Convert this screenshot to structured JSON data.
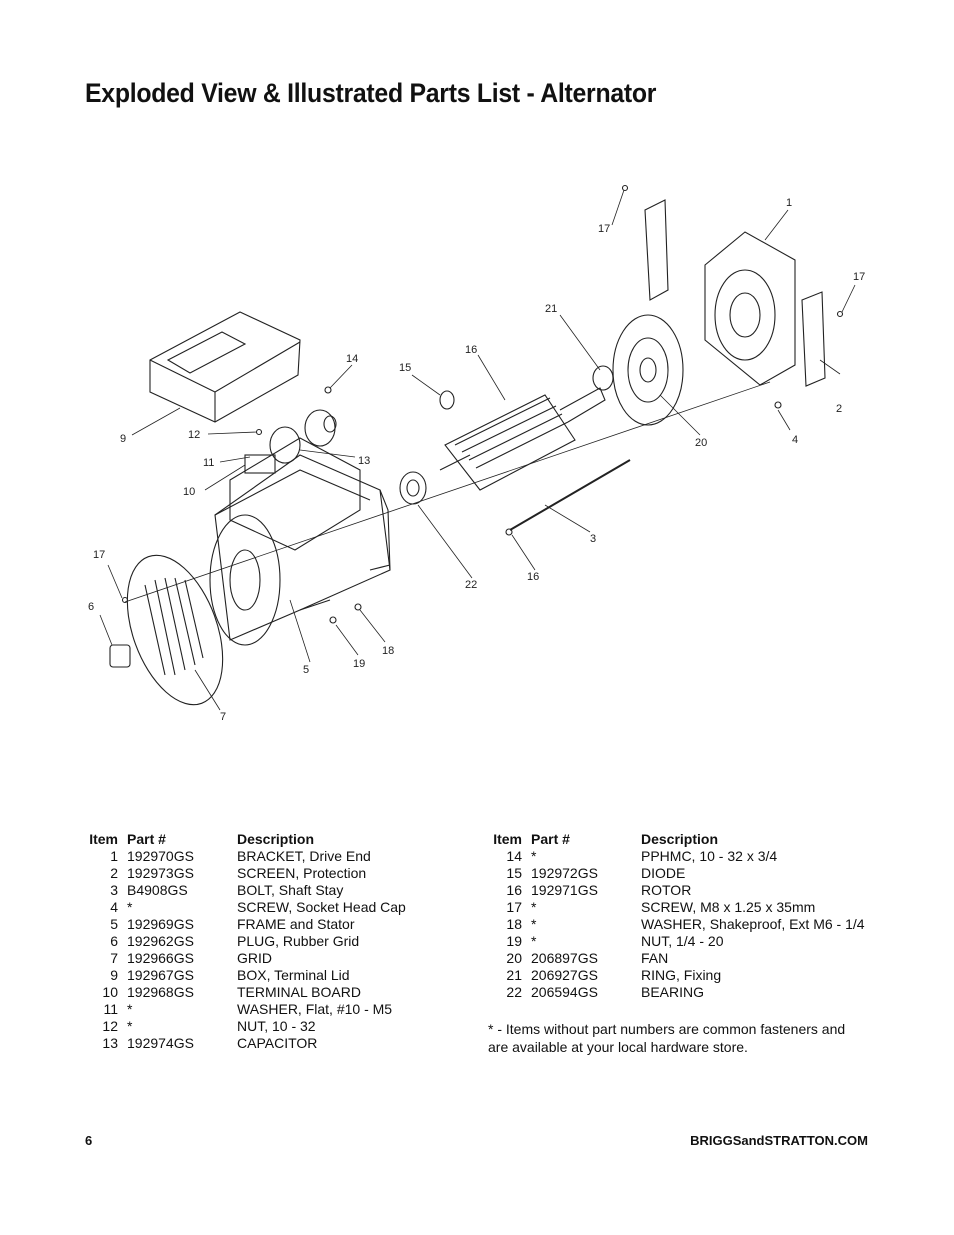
{
  "title": "Exploded View & Illustrated Parts List - Alternator",
  "diagram": {
    "callouts": [
      "1",
      "2",
      "3",
      "4",
      "5",
      "6",
      "7",
      "9",
      "10",
      "11",
      "12",
      "13",
      "14",
      "15",
      "16",
      "16",
      "17",
      "17",
      "17",
      "18",
      "19",
      "20",
      "21",
      "22"
    ]
  },
  "parts_table": {
    "headers": {
      "item": "Item",
      "part": "Part #",
      "description": "Description"
    },
    "left": [
      {
        "item": "1",
        "part": "192970GS",
        "description": "BRACKET, Drive End"
      },
      {
        "item": "2",
        "part": "192973GS",
        "description": "SCREEN, Protection"
      },
      {
        "item": "3",
        "part": "B4908GS",
        "description": "BOLT, Shaft Stay"
      },
      {
        "item": "4",
        "part": "*",
        "description": "SCREW, Socket Head Cap"
      },
      {
        "item": "5",
        "part": "192969GS",
        "description": "FRAME and Stator"
      },
      {
        "item": "6",
        "part": "192962GS",
        "description": "PLUG, Rubber Grid"
      },
      {
        "item": "7",
        "part": "192966GS",
        "description": "GRID"
      },
      {
        "item": "9",
        "part": "192967GS",
        "description": "BOX, Terminal Lid"
      },
      {
        "item": "10",
        "part": "192968GS",
        "description": "TERMINAL BOARD"
      },
      {
        "item": "11",
        "part": "*",
        "description": "WASHER, Flat, #10 - M5"
      },
      {
        "item": "12",
        "part": "*",
        "description": "NUT, 10 - 32"
      },
      {
        "item": "13",
        "part": "192974GS",
        "description": "CAPACITOR"
      }
    ],
    "right": [
      {
        "item": "14",
        "part": "*",
        "description": "PPHMC, 10 - 32 x 3/4"
      },
      {
        "item": "15",
        "part": "192972GS",
        "description": "DIODE"
      },
      {
        "item": "16",
        "part": "192971GS",
        "description": "ROTOR"
      },
      {
        "item": "17",
        "part": "*",
        "description": "SCREW, M8 x 1.25 x 35mm"
      },
      {
        "item": "18",
        "part": "*",
        "description": "WASHER, Shakeproof, Ext M6 - 1/4"
      },
      {
        "item": "19",
        "part": "*",
        "description": "NUT, 1/4 - 20"
      },
      {
        "item": "20",
        "part": "206897GS",
        "description": "FAN"
      },
      {
        "item": "21",
        "part": "206927GS",
        "description": "RING, Fixing"
      },
      {
        "item": "22",
        "part": "206594GS",
        "description": "BEARING"
      }
    ]
  },
  "note": "* - Items without part numbers are common fasteners and are available at your local hardware store.",
  "footer": {
    "page_number": "6",
    "website": "BRIGGSandSTRATTON.COM"
  }
}
